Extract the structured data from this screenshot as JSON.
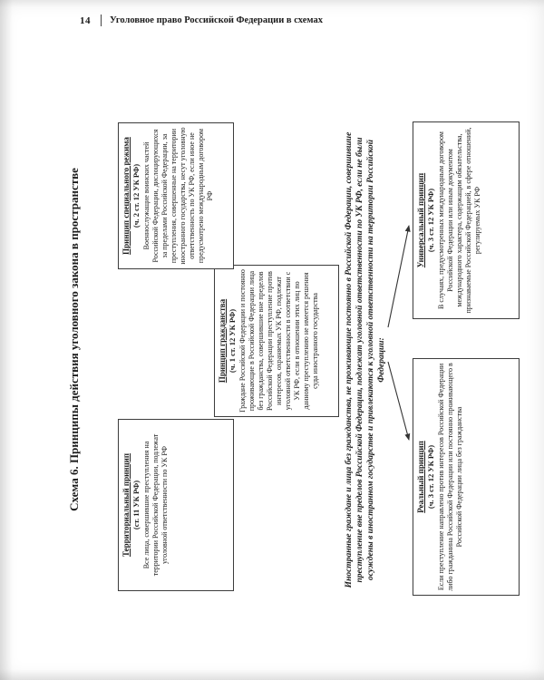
{
  "page": {
    "number": "14",
    "running_title": "Уголовное право Российской Федерации в схемах"
  },
  "diagram": {
    "title": "Схема 6. Принципы действия уголовного закона в пространстве",
    "note": "Иностранные граждане и лица без гражданства, не проживающие постоянно в Российской Федерации, совершившие преступление вне пределов Российской Федерации, подлежат уголовной ответственности по УК РФ, если не были осуждены в иностранном государстве и привлекаются к уголовной ответственности на территории Российской Федерации:",
    "boxes": {
      "territorial": {
        "title": "Территориальный принцип",
        "article": "(ст. 11 УК РФ)",
        "body": "Все лица, совершившие преступления на территории Российской Федерации, подлежат уголовной ответственности по УК РФ"
      },
      "citizenship": {
        "title": "Принцип гражданства",
        "article": "(ч. 1 ст. 12 УК РФ)",
        "body": "Граждане Российской Федерации и постоянно проживающие в Российской Федерации лица без гражданства, совершившие вне пределов Российской Федерации преступление против интересов, охраняемых УК РФ, подлежат уголовной ответственности в соответствии с УК РФ, если в отношении этих лиц по данному преступлению не имеется решения суда иностранного государства"
      },
      "special_regime": {
        "title": "Принцип специального режима",
        "article": "(ч. 2 ст. 12 УК РФ)",
        "body": "Военнослужащие воинских частей Российской Федерации, дислоцирующихся за пределами Российской Федерации, за преступления, совершенные на территории иностранного государства, несут уголовную ответственность по УК РФ, если иное не предусмотрено международным договором РФ"
      },
      "real": {
        "title": "Реальный принцип",
        "article": "(ч. 3 ст. 12 УК РФ)",
        "body": "Если преступление направлено против интересов Российской Федерации либо гражданина Российской Федерации или постоянно проживающего в Российской Федерации лица без гражданства"
      },
      "universal": {
        "title": "Универсальный принцип",
        "article": "(ч. 3 ст. 12 УК РФ)",
        "body": "В случаях, предусмотренных международным договором Российской Федерации или иным документом международного характера, содержащим обязательства, признаваемые Российской Федерацией, в сфере отношений, регулируемых УК РФ"
      }
    }
  }
}
